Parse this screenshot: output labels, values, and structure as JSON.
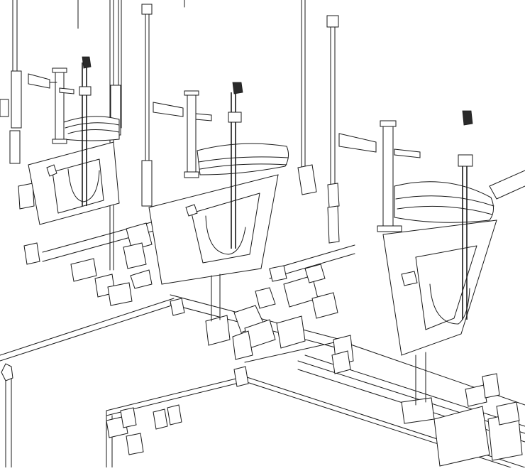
{
  "drawing": {
    "kind": "isometric plumbing line drawing",
    "fixtures": [
      "wall-hung-toilet",
      "wall-hung-toilet",
      "wall-hung-toilet"
    ],
    "fixture_count": 3,
    "stroke_color": "#1a1a1a",
    "background_color": "#ffffff",
    "text_labels": []
  }
}
